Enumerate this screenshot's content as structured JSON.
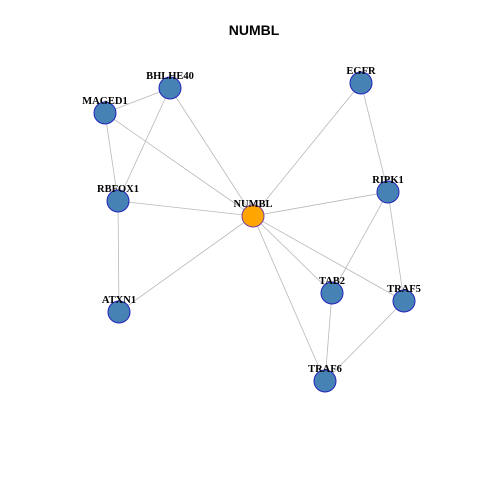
{
  "title": "NUMBL",
  "colors": {
    "background": "#ffffff",
    "edge": "#b8b8b8",
    "node_fill": "#4682b4",
    "node_stroke": "#2222bb",
    "center_fill": "#ffa500",
    "center_stroke": "#7a3d9a"
  },
  "graph": {
    "center": "NUMBL",
    "nodes": [
      {
        "id": "NUMBL",
        "label": "NUMBL",
        "center": true
      },
      {
        "id": "BHLHE40",
        "label": "BHLHE40"
      },
      {
        "id": "MAGED1",
        "label": "MAGED1"
      },
      {
        "id": "RBFOX1",
        "label": "RBFOX1"
      },
      {
        "id": "ATXN1",
        "label": "ATXN1"
      },
      {
        "id": "EGFR",
        "label": "EGFR"
      },
      {
        "id": "RIPK1",
        "label": "RIPK1"
      },
      {
        "id": "TAB2",
        "label": "TAB2"
      },
      {
        "id": "TRAF5",
        "label": "TRAF5"
      },
      {
        "id": "TRAF6",
        "label": "TRAF6"
      }
    ],
    "edges": [
      [
        "NUMBL",
        "BHLHE40"
      ],
      [
        "NUMBL",
        "MAGED1"
      ],
      [
        "NUMBL",
        "RBFOX1"
      ],
      [
        "NUMBL",
        "ATXN1"
      ],
      [
        "NUMBL",
        "EGFR"
      ],
      [
        "NUMBL",
        "RIPK1"
      ],
      [
        "NUMBL",
        "TAB2"
      ],
      [
        "NUMBL",
        "TRAF5"
      ],
      [
        "NUMBL",
        "TRAF6"
      ],
      [
        "BHLHE40",
        "MAGED1"
      ],
      [
        "BHLHE40",
        "RBFOX1"
      ],
      [
        "MAGED1",
        "RBFOX1"
      ],
      [
        "RBFOX1",
        "ATXN1"
      ],
      [
        "EGFR",
        "RIPK1"
      ],
      [
        "RIPK1",
        "TAB2"
      ],
      [
        "RIPK1",
        "TRAF5"
      ],
      [
        "TAB2",
        "TRAF6"
      ],
      [
        "TRAF5",
        "TRAF6"
      ]
    ]
  }
}
